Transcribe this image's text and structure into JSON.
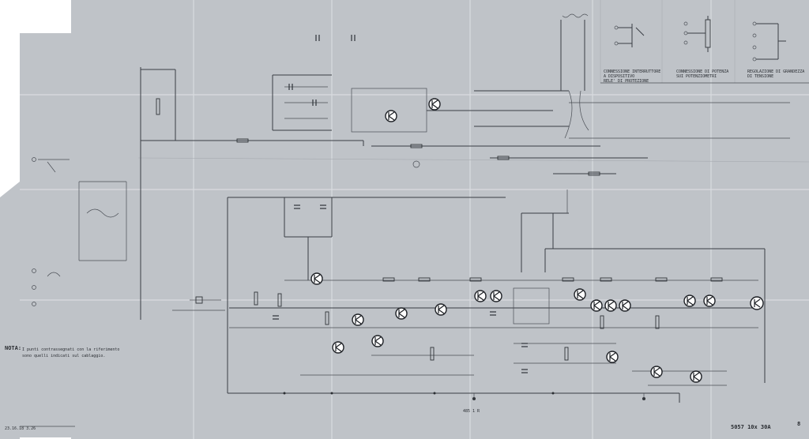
{
  "notes": {
    "nota_heading": "NOTA:",
    "nota_line1": "I punti contrassegnati con la riferimento",
    "nota_line2": "sono quelli indicati sul cablaggio.",
    "left_bottom_code": "23.16.18 3.26",
    "bottom_center_ref": "485 1 R",
    "bottom_right_ref": "5057 10x 30A",
    "sheet_number": "8",
    "boxes": [
      {
        "line1": "CONNESSIONE INTERRUTTORE",
        "line2": "A DISPOSITIVO",
        "line3": "RELE' DI PROTEZIONE"
      },
      {
        "line1": "CONNESSIONE DI POTENZA",
        "line2": "SUI POTENZIOMETRI",
        "line3": ""
      },
      {
        "line1": "REGOLAZIONE DI GRANDEZZA",
        "line2": "DI TENSIONE",
        "line3": ""
      }
    ]
  },
  "colors": {
    "paper": "#bfc3c8",
    "ink": "#2a2d32",
    "fold": "#d9dce0",
    "transistor": "#ffffff"
  }
}
